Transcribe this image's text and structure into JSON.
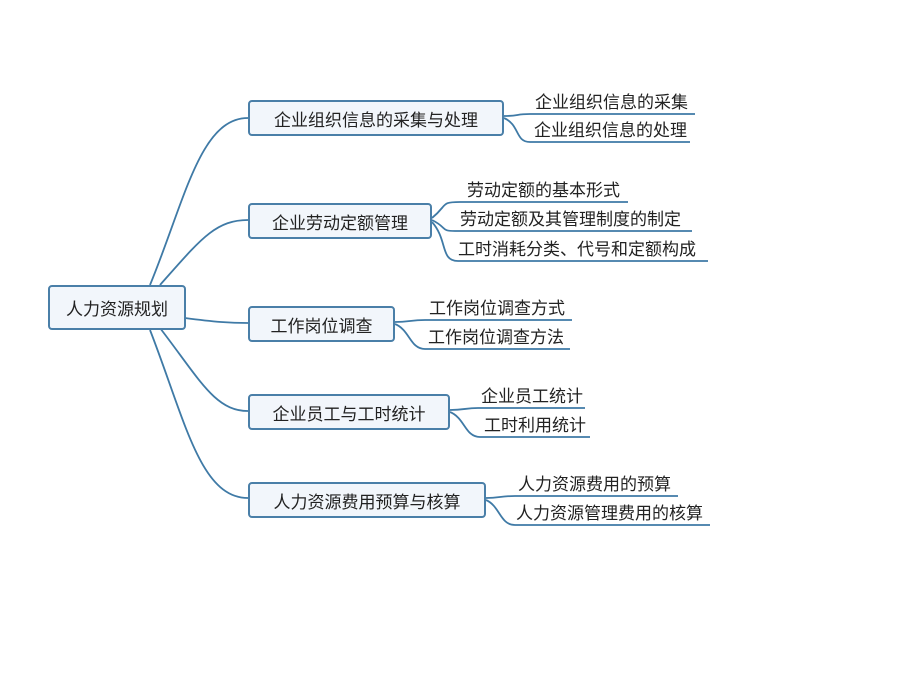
{
  "root": "人力资源规划",
  "branches": [
    {
      "label": "企业组织信息的采集与处理",
      "children": [
        "企业组织信息的采集",
        "企业组织信息的处理"
      ]
    },
    {
      "label": "企业劳动定额管理",
      "children": [
        "劳动定额的基本形式",
        "劳动定额及其管理制度的制定",
        "工时消耗分类、代号和定额构成"
      ]
    },
    {
      "label": "工作岗位调查",
      "children": [
        "工作岗位调查方式",
        "工作岗位调查方法"
      ]
    },
    {
      "label": "企业员工与工时统计",
      "children": [
        "企业员工统计",
        "工时利用统计"
      ]
    },
    {
      "label": "人力资源费用预算与核算",
      "children": [
        "人力资源费用的预算",
        "人力资源管理费用的核算"
      ]
    }
  ],
  "colors": {
    "line": "#3f7aa6",
    "border": "#4a7fa8",
    "fill": "#f2f6fb"
  }
}
